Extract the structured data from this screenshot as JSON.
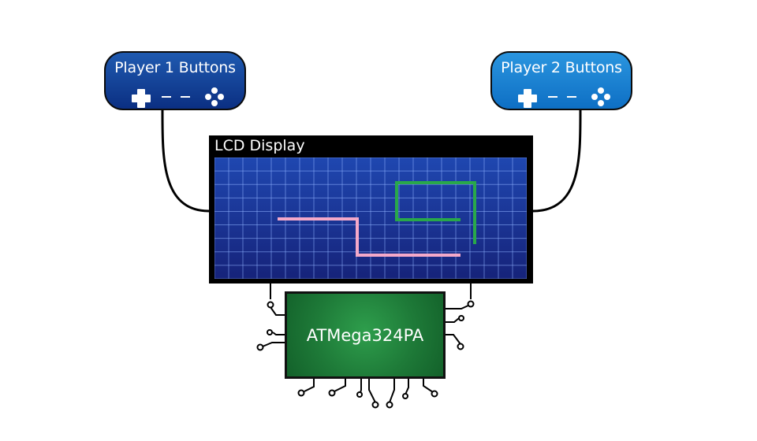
{
  "player1": {
    "label": "Player 1 Buttons",
    "icons": [
      "dpad-icon",
      "dash-icon",
      "dash-icon",
      "buttons-icon"
    ]
  },
  "player2": {
    "label": "Player 2 Buttons",
    "icons": [
      "dpad-icon",
      "dash-icon",
      "dash-icon",
      "buttons-icon"
    ]
  },
  "lcd": {
    "title": "LCD Display",
    "grid_color": "#8fb3ff",
    "screen_color": "#1a3a9a",
    "trace_pink_color": "#f4a9c9",
    "trace_green_color": "#29a84a"
  },
  "chip": {
    "label": "ATMega324PA",
    "color": "#1e7a38"
  },
  "colors": {
    "player1": "#1f5ab0",
    "player2": "#2a95df",
    "wire": "#000000"
  }
}
